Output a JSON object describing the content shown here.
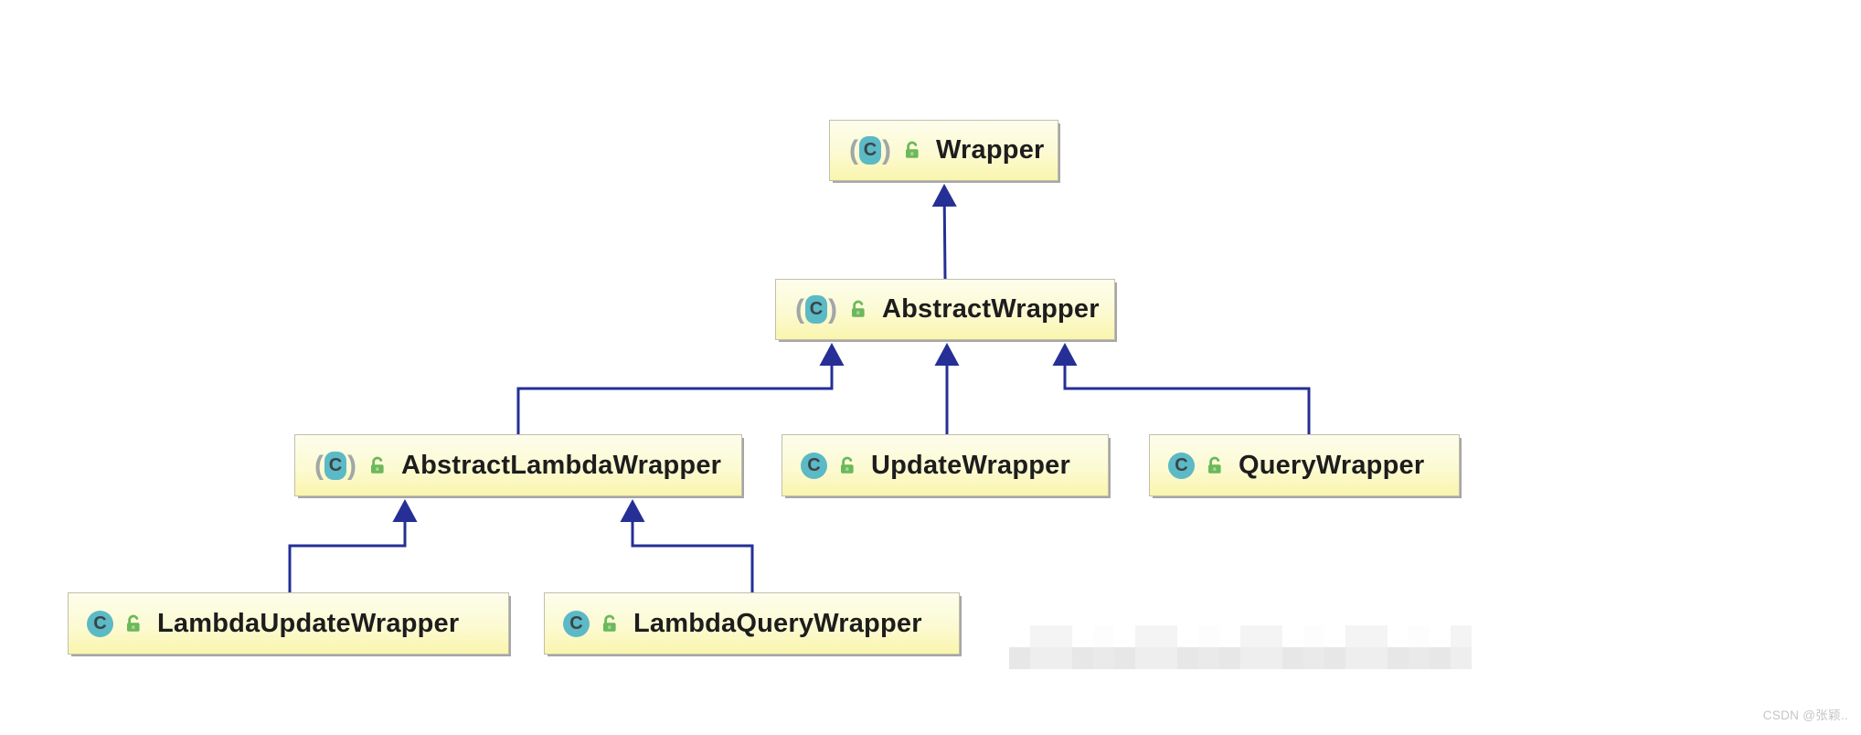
{
  "diagram": {
    "nodes": [
      {
        "id": "wrapper",
        "label": "Wrapper",
        "kind": "class",
        "abstract": true,
        "visibility": "public"
      },
      {
        "id": "abstract-wrapper",
        "label": "AbstractWrapper",
        "kind": "class",
        "abstract": true,
        "visibility": "public"
      },
      {
        "id": "abstract-lambda-wrapper",
        "label": "AbstractLambdaWrapper",
        "kind": "class",
        "abstract": true,
        "visibility": "public"
      },
      {
        "id": "update-wrapper",
        "label": "UpdateWrapper",
        "kind": "class",
        "abstract": false,
        "visibility": "public"
      },
      {
        "id": "query-wrapper",
        "label": "QueryWrapper",
        "kind": "class",
        "abstract": false,
        "visibility": "public"
      },
      {
        "id": "lambda-update-wrapper",
        "label": "LambdaUpdateWrapper",
        "kind": "class",
        "abstract": false,
        "visibility": "public"
      },
      {
        "id": "lambda-query-wrapper",
        "label": "LambdaQueryWrapper",
        "kind": "class",
        "abstract": false,
        "visibility": "public"
      }
    ],
    "edges": [
      {
        "from": "abstract-wrapper",
        "to": "wrapper",
        "type": "extends"
      },
      {
        "from": "abstract-lambda-wrapper",
        "to": "abstract-wrapper",
        "type": "extends"
      },
      {
        "from": "update-wrapper",
        "to": "abstract-wrapper",
        "type": "extends"
      },
      {
        "from": "query-wrapper",
        "to": "abstract-wrapper",
        "type": "extends"
      },
      {
        "from": "lambda-update-wrapper",
        "to": "abstract-lambda-wrapper",
        "type": "extends"
      },
      {
        "from": "lambda-query-wrapper",
        "to": "abstract-lambda-wrapper",
        "type": "extends"
      }
    ],
    "icons": {
      "class_letter": "C",
      "abstract_paren_open": "(",
      "abstract_paren_close": ")",
      "lock_icon": "open-padlock"
    },
    "colors": {
      "node_fill_top": "#fdfdec",
      "node_fill_bottom": "#faf5ad",
      "node_border": "#c0c0ad",
      "node_shadow": "#a6a6a6",
      "edge": "#252f96",
      "class_icon_bg": "#5cb9c6",
      "class_icon_letter": "#3a4447",
      "lock_green": "#6cb85a",
      "label_text": "#1d1d1d"
    }
  },
  "watermark": {
    "text": "CSDN @张颖.."
  }
}
